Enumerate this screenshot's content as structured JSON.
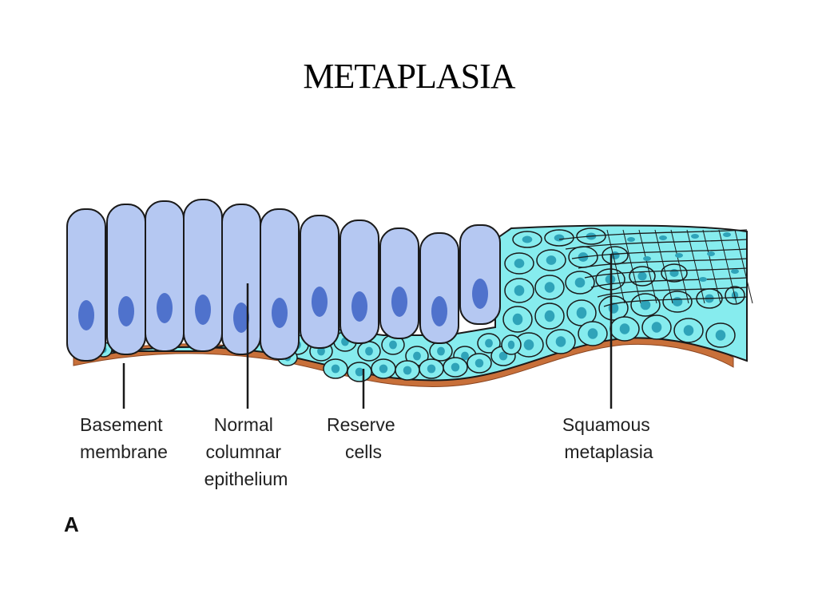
{
  "title": "METAPLASIA",
  "panel_letter": "A",
  "labels": {
    "basement_membrane": [
      "Basement",
      "membrane"
    ],
    "normal_columnar_epithelium": [
      "Normal",
      "columnar",
      "epithelium"
    ],
    "reserve_cells": [
      "Reserve",
      "cells"
    ],
    "squamous_metaplasia": [
      "Squamous",
      "metaplasia"
    ]
  },
  "colors": {
    "columnar_cell_fill": "#b5c8f2",
    "columnar_nucleus": "#4f72cc",
    "squamous_cell_fill": "#86ecee",
    "squamous_nucleus": "#2fa3b9",
    "basement_membrane": "#c8703a",
    "cell_outline": "#1a1a1a"
  }
}
